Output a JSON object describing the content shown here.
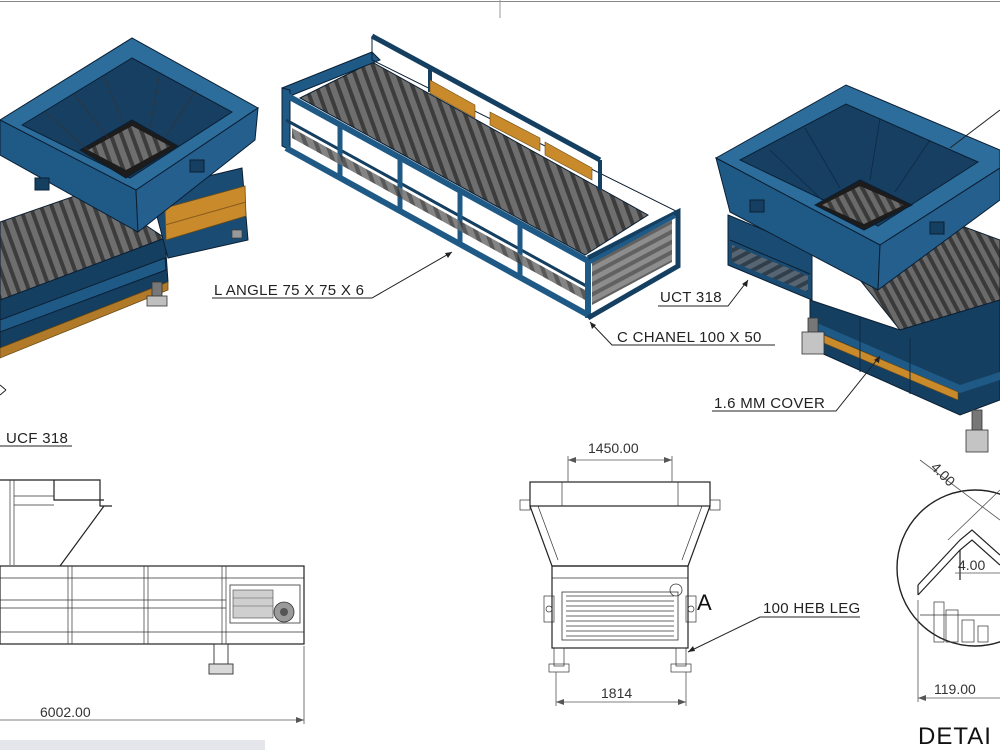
{
  "callouts": {
    "l_angle": "L ANGLE 75 X 75 X 6",
    "c_channel": "C CHANEL 100 X 50",
    "uct": "UCT 318",
    "cover": "1.6 MM COVER",
    "ucf": "UCF 318",
    "heb_leg": "100 HEB LEG"
  },
  "dimensions": {
    "length": "6002.00",
    "top_width": "1450.00",
    "base_width": "1814",
    "detail_a": "4.00",
    "detail_b": "4.00",
    "detail_c": "119.00"
  },
  "view_marker": "A",
  "detail_title": "DETAI",
  "colors": {
    "steel_blue": "#1f5a86",
    "steel_dark": "#153f61",
    "hopper_inner": "#2d6d9c",
    "roller": "#5e5e5e",
    "orange": "#c98a2c",
    "line": "#222222"
  }
}
